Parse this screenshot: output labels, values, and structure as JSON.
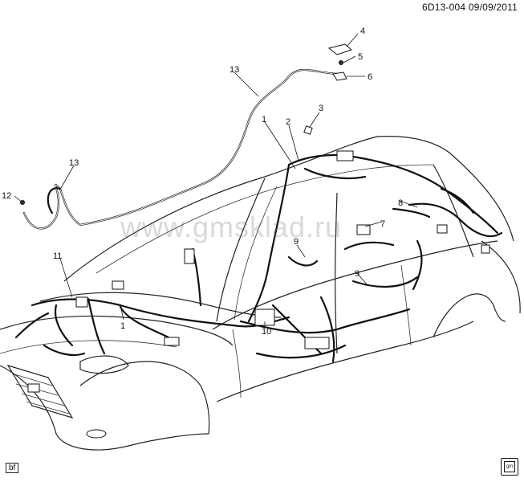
{
  "diagram": {
    "reference": "6D13-004 09/09/2011",
    "watermark": "www.gmsklad.ru",
    "corner_tag": "bf",
    "logo_label": "gm",
    "callouts": [
      {
        "id": "c1a",
        "label": "1"
      },
      {
        "id": "c1b",
        "label": "1"
      },
      {
        "id": "c2",
        "label": "2"
      },
      {
        "id": "c3",
        "label": "3"
      },
      {
        "id": "c4",
        "label": "4"
      },
      {
        "id": "c5",
        "label": "5"
      },
      {
        "id": "c6",
        "label": "6"
      },
      {
        "id": "c7",
        "label": "7"
      },
      {
        "id": "c8",
        "label": "8"
      },
      {
        "id": "c9a",
        "label": "9"
      },
      {
        "id": "c9b",
        "label": "9"
      },
      {
        "id": "c10",
        "label": "10"
      },
      {
        "id": "c11",
        "label": "11"
      },
      {
        "id": "c12",
        "label": "12"
      },
      {
        "id": "c13a",
        "label": "13"
      },
      {
        "id": "c13b",
        "label": "13"
      }
    ]
  }
}
